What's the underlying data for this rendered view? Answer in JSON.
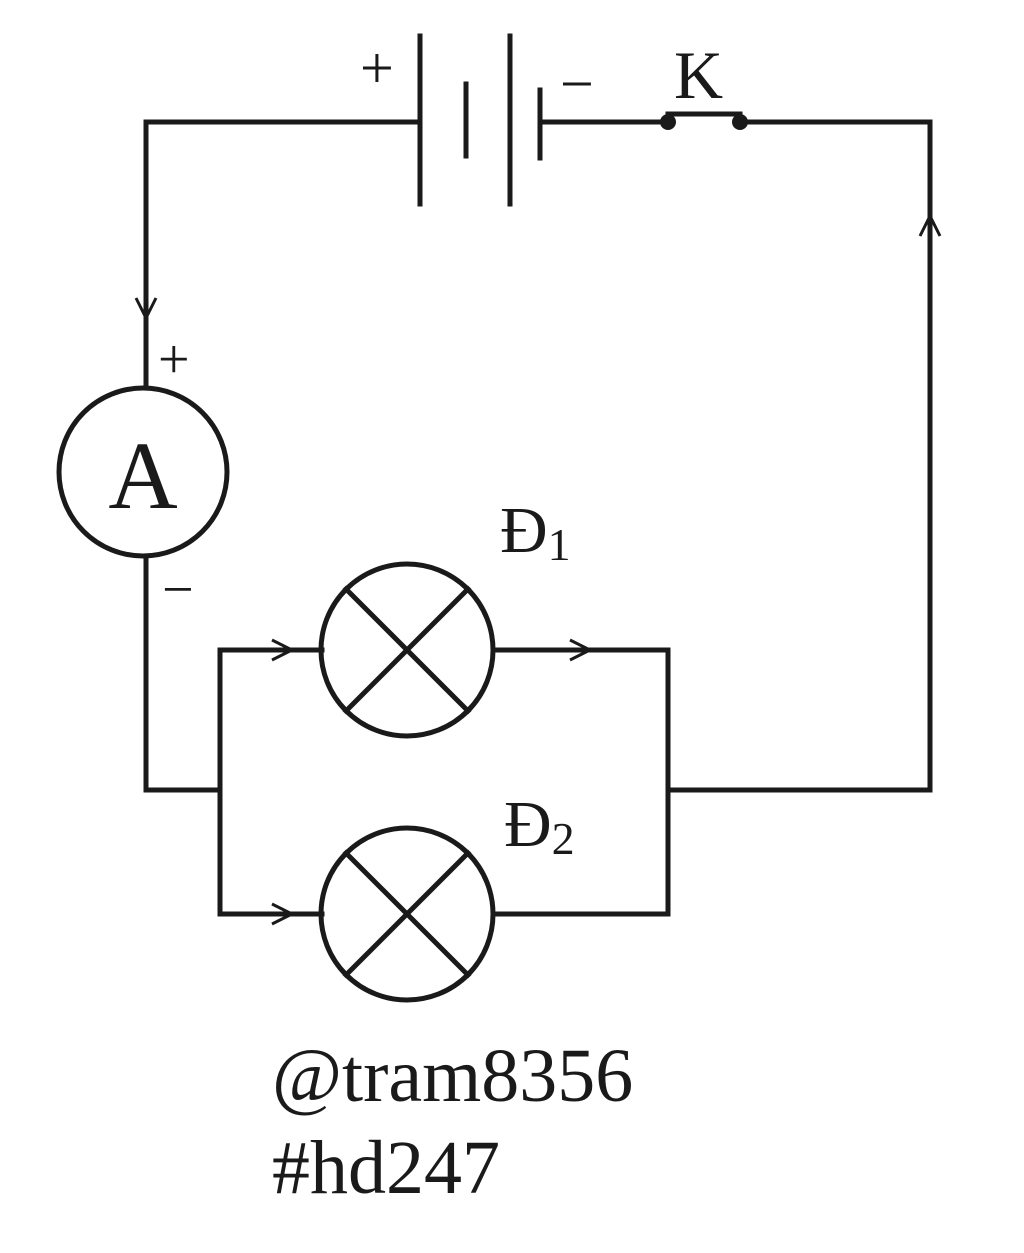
{
  "labels": {
    "battery_plus": "+",
    "battery_minus": "−",
    "switch": "K",
    "ammeter": "A",
    "ammeter_plus": "+",
    "ammeter_minus": "−",
    "lamp1_letter": "Đ",
    "lamp1_index": "1",
    "lamp2_letter": "Đ",
    "lamp2_index": "2"
  },
  "credits": {
    "author": "@tram8356",
    "tag": "#hd247"
  }
}
